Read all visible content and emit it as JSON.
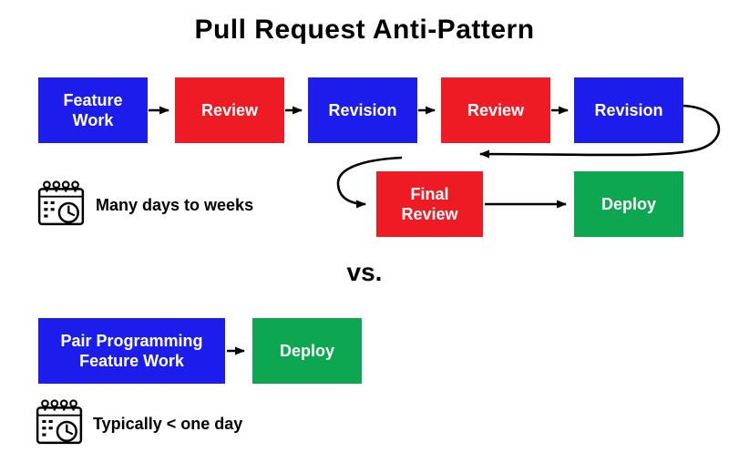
{
  "title": "Pull Request Anti-Pattern",
  "vs_label": "vs.",
  "colors": {
    "blue": "#1c1ceb",
    "red": "#ee1b24",
    "green": "#0ca750",
    "arrow": "#000000"
  },
  "icons": {
    "duration_icon": "calendar-clock-icon"
  },
  "anti_pattern": {
    "row1": [
      {
        "label": "Feature Work",
        "color": "blue"
      },
      {
        "label": "Review",
        "color": "red"
      },
      {
        "label": "Revision",
        "color": "blue"
      },
      {
        "label": "Review",
        "color": "red"
      },
      {
        "label": "Revision",
        "color": "blue"
      }
    ],
    "row2": [
      {
        "label": "Final Review",
        "color": "red"
      },
      {
        "label": "Deploy",
        "color": "green"
      }
    ],
    "duration": "Many days to weeks"
  },
  "pair_pattern": {
    "boxes": [
      {
        "label": "Pair Programming Feature Work",
        "color": "blue"
      },
      {
        "label": "Deploy",
        "color": "green"
      }
    ],
    "duration": "Typically < one day"
  }
}
